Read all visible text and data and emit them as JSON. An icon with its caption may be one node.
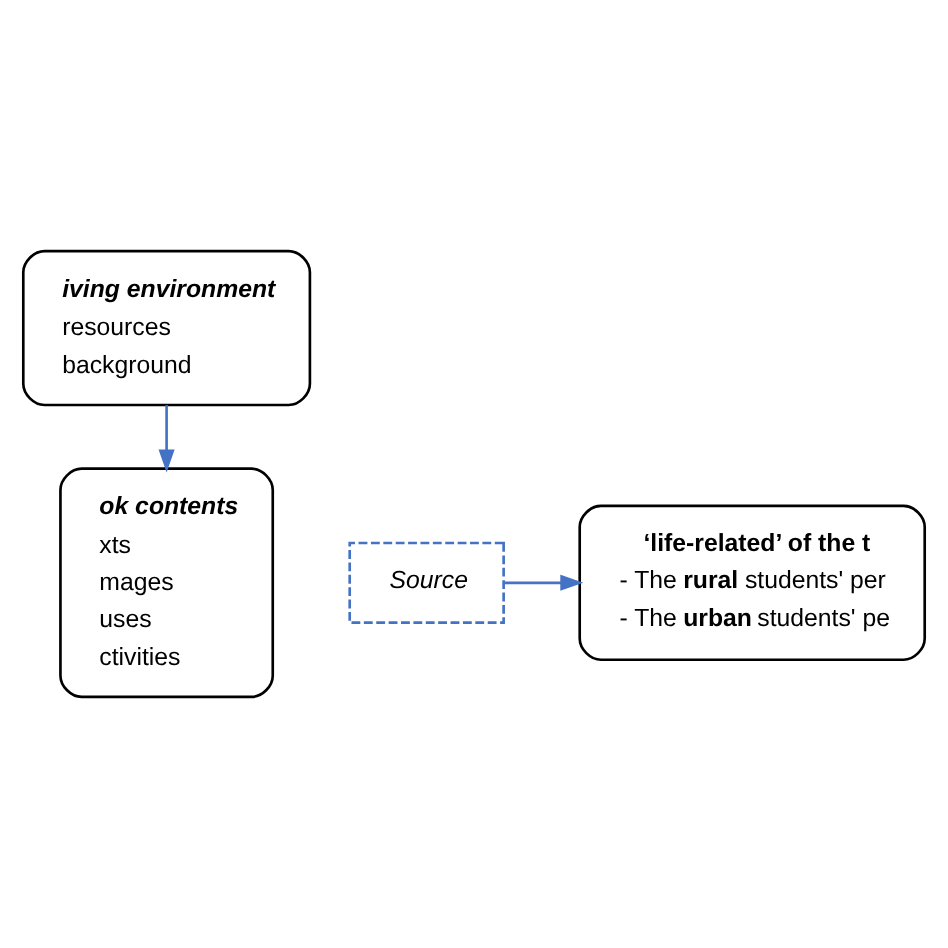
{
  "diagram": {
    "nodes": [
      {
        "text": [
          "iving environment",
          "resources",
          "background"
        ]
      },
      {
        "text": [
          "Source"
        ]
      },
      {
        "text": [
          "ok contents",
          "xts",
          "mages",
          "uses",
          "ctivities"
        ]
      },
      {
        "text": [
          "‘life-related’ of the t",
          "- The **rural** students' per",
          "- The **urban** students' pe"
        ]
      }
    ],
    "edges": [
      {
        "from": 0,
        "to": 2,
        "arrow": "to",
        "color": "#4472c4"
      },
      {
        "from": 1,
        "to": 3,
        "arrow": "to",
        "color": "#4472c4"
      }
    ]
  }
}
